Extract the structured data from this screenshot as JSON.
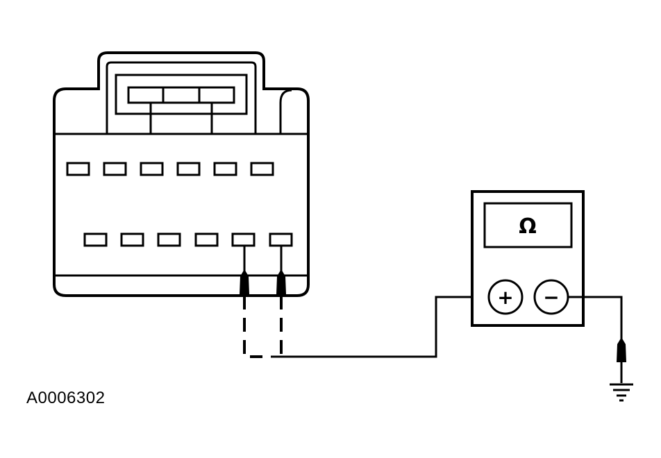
{
  "figure": {
    "reference_code": "A0006302"
  },
  "meter": {
    "display_symbol": "Ω",
    "positive_terminal": "+",
    "negative_terminal": "−"
  },
  "connector": {
    "upper_row_pins": 6,
    "lower_row_pins": 6,
    "latch_segments": 3
  }
}
